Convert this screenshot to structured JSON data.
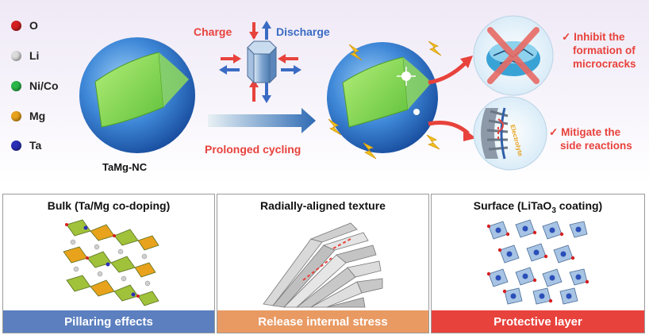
{
  "legend": [
    {
      "label": "O",
      "color": "#d42020"
    },
    {
      "label": "Li",
      "color": "#d8d8d8"
    },
    {
      "label": "Ni/Co",
      "color": "#2bb84a"
    },
    {
      "label": "Mg",
      "color": "#e8a21c"
    },
    {
      "label": "Ta",
      "color": "#2b2fb8"
    }
  ],
  "particle_label": "TaMg-NC",
  "charge_label": "Charge",
  "discharge_label": "Discharge",
  "cycling_label": "Prolonged cycling",
  "electrolyte_label": "Electrolyte",
  "benefits": [
    {
      "check": "✓",
      "lines": [
        "Inhibit the",
        "formation of",
        "microcracks"
      ]
    },
    {
      "check": "✓",
      "lines": [
        "Mitigate the",
        "side reactions"
      ]
    }
  ],
  "panels": [
    {
      "title": "Bulk (Ta/Mg co-doping)",
      "footer": "Pillaring effects",
      "footer_color": "#5b7fbf"
    },
    {
      "title": "Radially-aligned texture",
      "footer": "Release internal stress",
      "footer_color": "#e99a63"
    },
    {
      "title_pre": "Surface (LiTaO",
      "title_sub": "3",
      "title_post": " coating)",
      "footer": "Protective layer",
      "footer_color": "#e8423c"
    }
  ]
}
